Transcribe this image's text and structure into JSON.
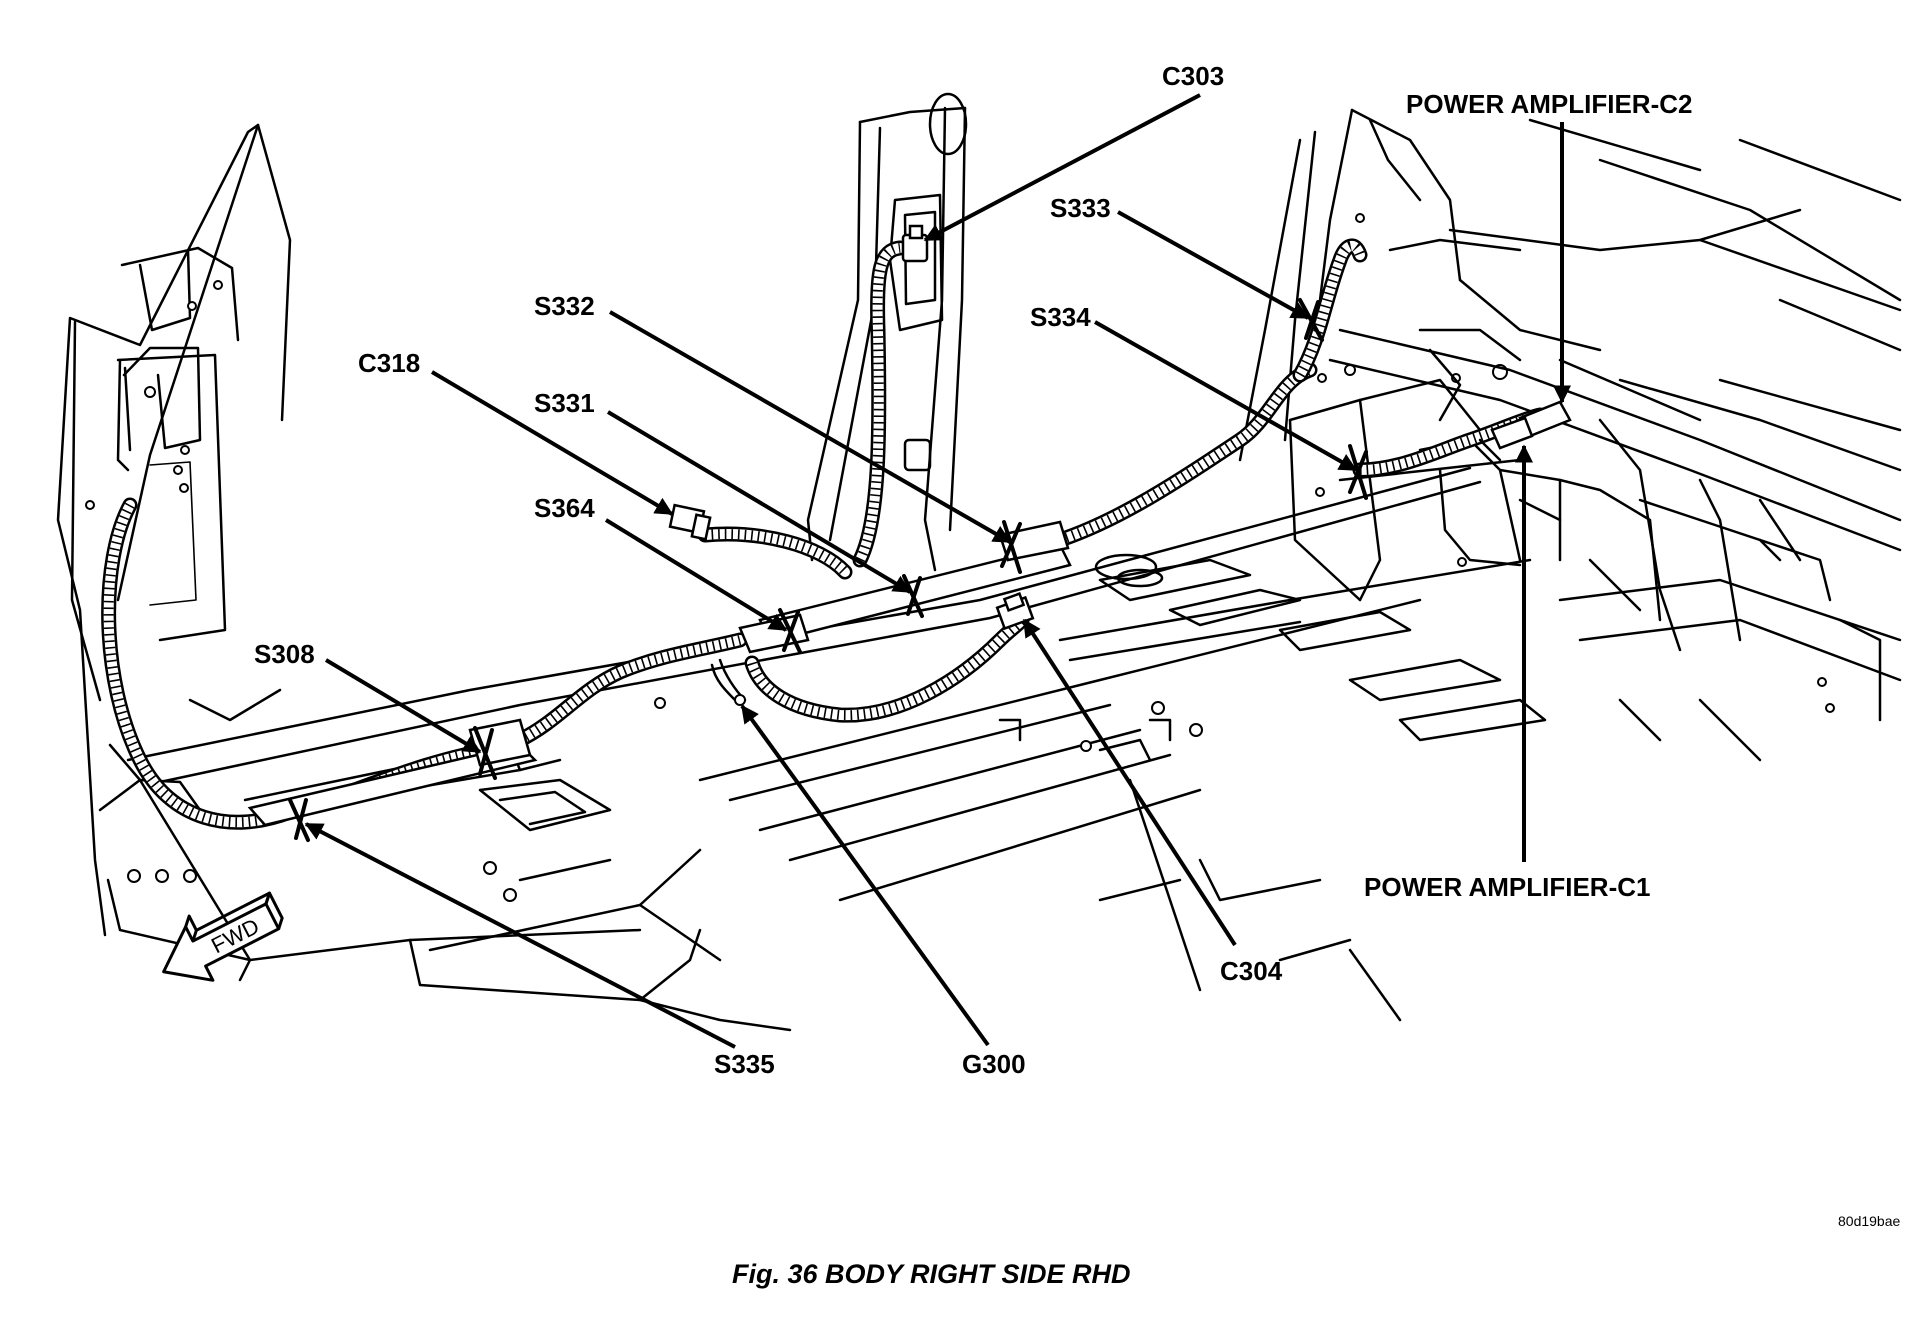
{
  "labels": {
    "c303": "C303",
    "power_amplifier_c2": "POWER AMPLIFIER-C2",
    "s333": "S333",
    "s332": "S332",
    "s334": "S334",
    "c318": "C318",
    "s331": "S331",
    "s364": "S364",
    "s308": "S308",
    "power_amplifier_c1": "POWER AMPLIFIER-C1",
    "c304": "C304",
    "s335": "S335",
    "g300": "G300"
  },
  "fwd_label": "FWD",
  "figure_code": "80d19bae",
  "caption": "Fig. 36 BODY RIGHT SIDE RHD",
  "icons": {
    "fwd_arrow": "forward-arrow-icon"
  },
  "colors": {
    "ink": "#000000",
    "paper": "#ffffff"
  }
}
